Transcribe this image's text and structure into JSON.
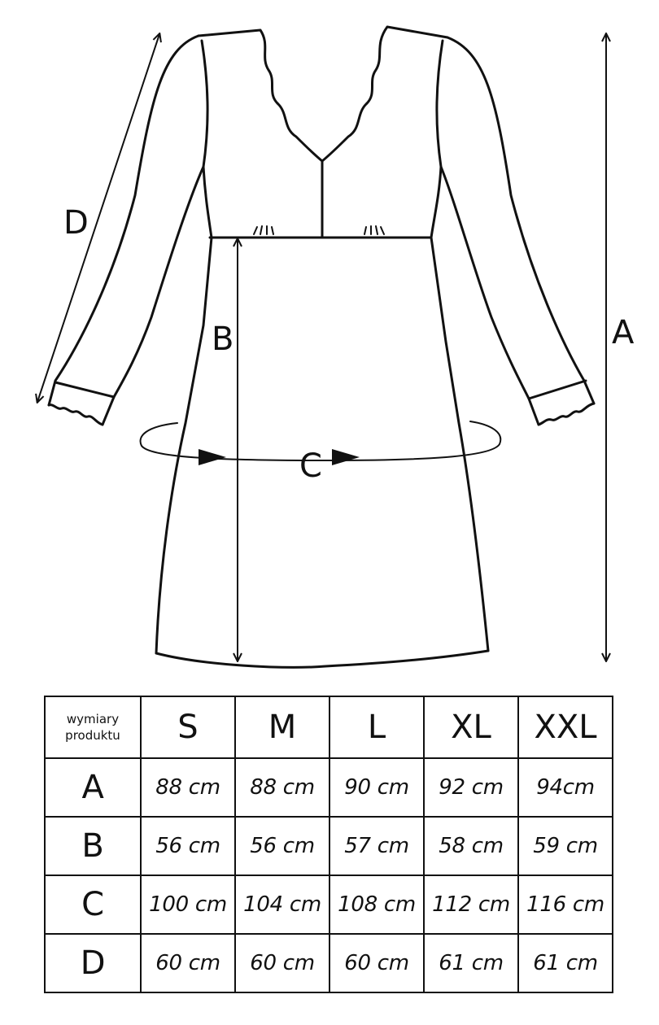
{
  "diagram": {
    "labels": {
      "a": "A",
      "b": "B",
      "c": "C",
      "d": "D"
    }
  },
  "table": {
    "corner_label": "wymiary produktu",
    "sizes": [
      "S",
      "M",
      "L",
      "XL",
      "XXL"
    ],
    "rows": [
      {
        "label": "A",
        "values": [
          "88 cm",
          "88 cm",
          "90 cm",
          "92 cm",
          "94cm"
        ]
      },
      {
        "label": "B",
        "values": [
          "56 cm",
          "56 cm",
          "57 cm",
          "58 cm",
          "59 cm"
        ]
      },
      {
        "label": "C",
        "values": [
          "100 cm",
          "104 cm",
          "108 cm",
          "112 cm",
          "116 cm"
        ]
      },
      {
        "label": "D",
        "values": [
          "60 cm",
          "60 cm",
          "60 cm",
          "61 cm",
          "61 cm"
        ]
      }
    ]
  }
}
